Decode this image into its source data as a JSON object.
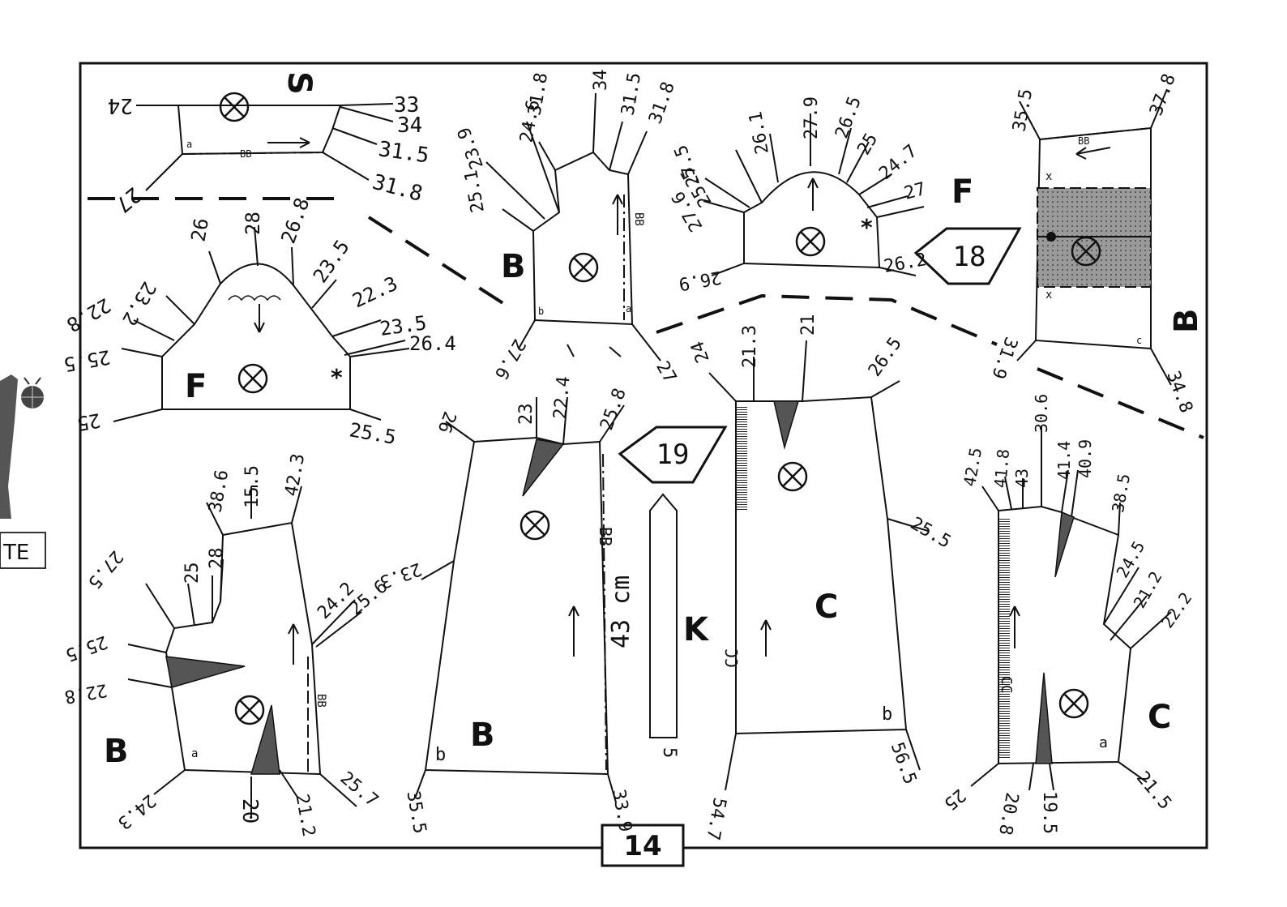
{
  "page_number": "14",
  "side_mark": "TE",
  "markers": {
    "piece_18": "18",
    "piece_19": "19"
  },
  "pieces": {
    "S": "S",
    "F_left": "F",
    "F_right": "F",
    "B_top": "B",
    "B_left": "B",
    "B_center": "B",
    "B_right": "B",
    "C_center": "C",
    "C_right": "C",
    "K": "K"
  },
  "strip": {
    "length": "43 cm",
    "width": "5"
  },
  "grain_codes": {
    "BB": "BB",
    "CC": "CC"
  },
  "point_letters": {
    "a": "a",
    "b": "b",
    "c": "c",
    "x": "x"
  },
  "sizes": {
    "s_24": "24",
    "s_33": "33",
    "s_34": "34",
    "s_315": "31.5",
    "s_318": "31.8",
    "s_27": "27",
    "fl_26": "26",
    "fl_28": "28",
    "fl_268": "26.8",
    "fl_235": "23.5",
    "fl_223": "22.3",
    "fl_235b": "23.5",
    "fl_264": "26.4",
    "fl_232": "23.2",
    "fl_228": "22.8",
    "fl_255": "25.5",
    "fl_25": "25",
    "fl_255b": "25.5",
    "bt_251": "25.1",
    "bt_239": "23.9",
    "bt_246": "24.6",
    "bt_318": "31.8",
    "bt_34": "34",
    "bt_315": "31.5",
    "bt_318b": "31.8",
    "bt_276": "27.6",
    "bt_27": "27",
    "fr_275": "27.5",
    "fr_255": "25.5",
    "fr_276": "27.6",
    "fr_261": "26.1",
    "fr_279": "27.9",
    "fr_265": "26.5",
    "fr_25": "25",
    "fr_247": "24.7",
    "fr_27": "27",
    "fr_262": "26.2",
    "fr_269": "26.9",
    "br_355": "35.5",
    "br_378": "37.8",
    "br_319": "31.9",
    "br_348": "34.8",
    "bl_386": "38.6",
    "bl_155": "15.5",
    "bl_423": "42.3",
    "bl_28": "28",
    "bl_25": "25",
    "bl_275": "27.5",
    "bl_255": "25.5",
    "bl_228": "22.8",
    "bl_242": "24.2",
    "bl_256": "25.6",
    "bl_243": "24.3",
    "bl_20": "20",
    "bl_212": "21.2",
    "bl_257": "25.7",
    "bc_26": "26",
    "bc_23": "23",
    "bc_224": "22.4",
    "bc_258": "25.8",
    "bc_233": "23.3",
    "bc_355": "35.5",
    "bc_339": "33.9",
    "cc_24": "24",
    "cc_213": "21.3",
    "cc_21": "21",
    "cc_265": "26.5",
    "cc_255": "25.5",
    "cc_547": "54.7",
    "cc_565": "56.5",
    "cr_425": "42.5",
    "cr_418": "41.8",
    "cr_43": "43",
    "cr_306": "30.6",
    "cr_414": "41.4",
    "cr_409": "40.9",
    "cr_385": "38.5",
    "cr_245": "24.5",
    "cr_212": "21.2",
    "cr_222": "22.2",
    "cr_25": "25",
    "cr_208": "20.8",
    "cr_195": "19.5",
    "cr_215": "21.5"
  }
}
